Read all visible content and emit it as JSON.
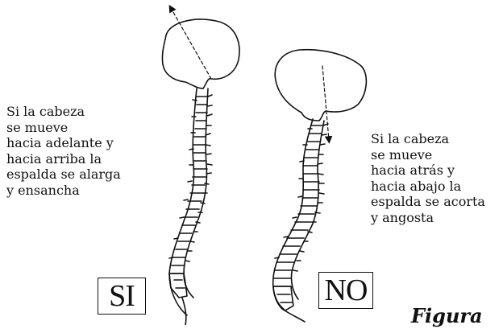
{
  "left_caption": {
    "lines": [
      "Si la cabeza",
      "se mueve",
      "hacia adelante y",
      "hacia arriba la",
      "espalda se alarga",
      "y ensancha"
    ]
  },
  "right_caption": {
    "lines": [
      "Si la cabeza",
      "se mueve",
      "hacia atrás y",
      "hacia abajo la",
      "espalda se acorta",
      "y angosta"
    ]
  },
  "labels": {
    "left_box": "SI",
    "right_box": "NO"
  },
  "figure_caption": "Figura"
}
